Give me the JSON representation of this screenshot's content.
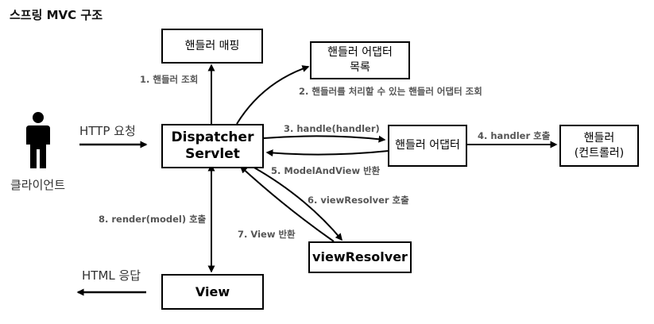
{
  "title": "스프링 MVC 구조",
  "client": {
    "label": "클라이언트",
    "icon": "person-icon"
  },
  "http_request": "HTTP 요청",
  "html_response": "HTML 응답",
  "boxes": {
    "handler_mapping": "핸들러 매핑",
    "adapter_list": "핸들러 어댑터\n목록",
    "dispatcher": "Dispatcher\nServlet",
    "handler_adapter": "핸들러 어댑터",
    "handler": "핸들러\n(컨트롤러)",
    "view_resolver": "viewResolver",
    "view": "View"
  },
  "steps": {
    "s1": "1. 핸들러 조회",
    "s2": "2. 핸들러를 처리할 수 있는 핸들러 어댑터 조회",
    "s3": "3. handle(handler)",
    "s4": "4. handler 호출",
    "s5": "5. ModelAndView 반환",
    "s6": "6. viewResolver 호출",
    "s7": "7. View 반환",
    "s8": "8. render(model) 호출"
  }
}
